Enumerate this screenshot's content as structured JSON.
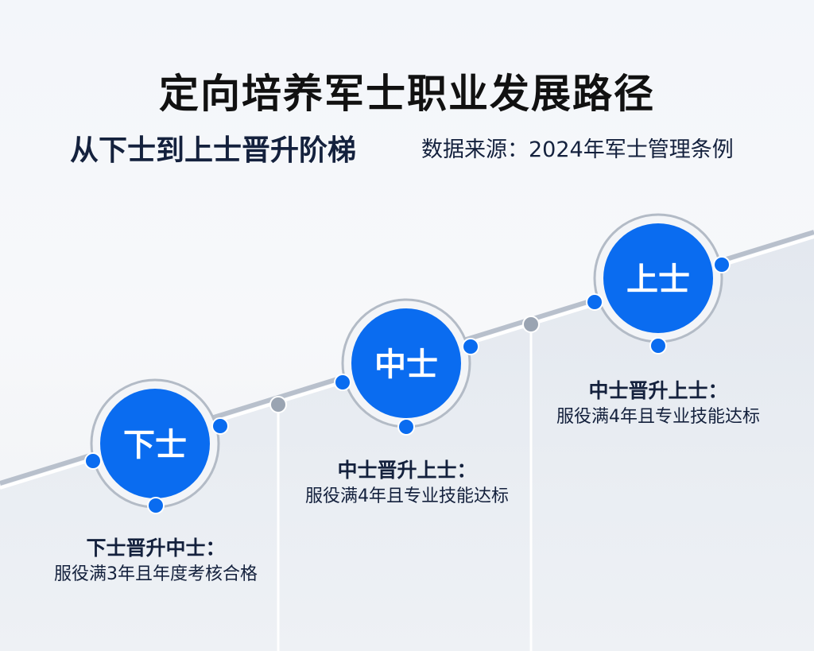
{
  "header": {
    "title": "定向培养军士职业发展路径",
    "subtitle": "从下士到上士晋升阶梯",
    "source": "数据来源：2024年军士管理条例"
  },
  "steps": [
    {
      "rank": "下士",
      "caption_title": "下士晋升中士：",
      "caption_desc": "服役满3年且年度考核合格"
    },
    {
      "rank": "中士",
      "caption_title": "中士晋升上士：",
      "caption_desc": "服役满4年且专业技能达标"
    },
    {
      "rank": "上士",
      "caption_title": "中士晋升上士：",
      "caption_desc": "服役满4年且专业技能达标"
    }
  ],
  "colors": {
    "node": "#0a6cf0",
    "line": "#b8c0cc",
    "connector": "#9aa4b2"
  }
}
